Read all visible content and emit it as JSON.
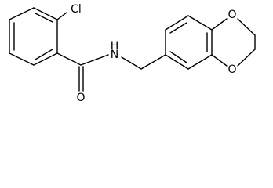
{
  "molecule": {
    "atom_labels": {
      "chlorine": "Cl",
      "carbonyl_oxygen": "O",
      "amide_nitrogen": "N",
      "amide_hydrogen": "H",
      "dioxole_oxygen_top": "O",
      "dioxole_oxygen_bottom": "O"
    }
  }
}
